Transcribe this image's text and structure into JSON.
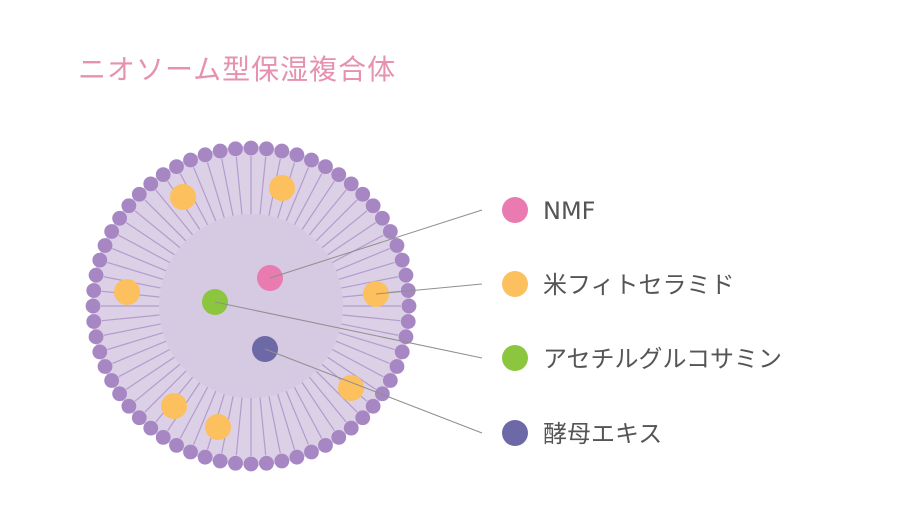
{
  "title": "ニオソーム型保湿複合体",
  "colors": {
    "title": "#e691b0",
    "text": "#555555",
    "membrane_fill": "#dcd0e6",
    "membrane_core": "#d6c9e2",
    "membrane_bead": "#a787c3",
    "membrane_line": "#b39ccc",
    "leader_line": "#8f8f8f"
  },
  "legend": [
    {
      "label": "NMF",
      "color": "#e97bb0"
    },
    {
      "label": "米フィトセラミド",
      "color": "#fcc05e"
    },
    {
      "label": "アセチルグルコサミン",
      "color": "#8cc63f"
    },
    {
      "label": "酵母エキス",
      "color": "#6d68a6"
    }
  ]
}
